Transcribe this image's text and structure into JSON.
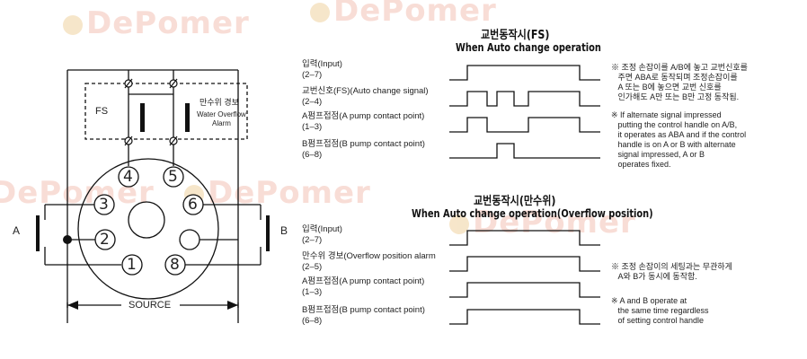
{
  "watermark": "DePomer",
  "wiring": {
    "fs_label": "FS",
    "alarm_label_ko": "만수위 경보",
    "alarm_label_en": "Water Overflow Alarm",
    "alarm_line1": "Water Overflow",
    "alarm_line2": "Alarm",
    "a_label": "A",
    "b_label": "B",
    "source_label": "SOURCE",
    "pins": [
      "1",
      "2",
      "3",
      "4",
      "5",
      "6",
      "8"
    ]
  },
  "timing_fs": {
    "title_ko": "교번동작시(FS)",
    "title_en": "When Auto change operation",
    "rows": [
      {
        "line1": "입력(Input)",
        "line2": "(2–7)",
        "pulses": [
          [
            520,
            645
          ]
        ]
      },
      {
        "line1": "교번신호(FS)(Auto change signal)",
        "line2": "(2–4)",
        "pulses": [
          [
            520,
            542
          ],
          [
            553,
            572
          ],
          [
            588,
            645
          ]
        ]
      },
      {
        "line1": "A펌프접점(A pump contact point)",
        "line2": "(1–3)",
        "pulses": [
          [
            520,
            542
          ],
          [
            588,
            645
          ]
        ]
      },
      {
        "line1": "B펌프접점(B pump contact point)",
        "line2": "(6–8)",
        "pulses": [
          [
            553,
            572
          ]
        ]
      }
    ],
    "note_ko": "※ 조정 손잡이를 A/B에 놓고 교번신호를\n   주면 ABA로 동작되며 조정손잡이를\n   A 또는 B에 놓으면 교번 신호를\n   인가해도 A만 또는 B만 고정 동작됨.",
    "note_en": "※ If alternate signal impressed\n   putting the control handle on A/B,\n   it operates as ABA and if the control\n   handle is on A or B with alternate\n   signal impressed, A or B\n   operates fixed."
  },
  "timing_overflow": {
    "title_ko": "교번동작시(만수위)",
    "title_en": "When Auto change operation(Overflow position)",
    "rows": [
      {
        "line1": "입력(Input)",
        "line2": "(2–7)",
        "pulses": [
          [
            520,
            645
          ]
        ]
      },
      {
        "line1": "만수위 경보(Overflow position alarm",
        "line2": "(2–5)",
        "pulses": [
          [
            520,
            645
          ]
        ]
      },
      {
        "line1": "A펌프접점(A pump contact point)",
        "line2": "(1–3)",
        "pulses": [
          [
            520,
            645
          ]
        ]
      },
      {
        "line1": "B펌프접점(B pump contact point)",
        "line2": "(6–8)",
        "pulses": [
          [
            520,
            645
          ]
        ]
      }
    ],
    "note_ko": "※ 조정 손잡이의 세팅과는 무관하게\n   A와 B가 동시에 동작함.",
    "note_en": "※ A and B operate at\n   the same time regardless\n   of setting control handle"
  },
  "colors": {
    "line": "#111111",
    "watermark": "#f6cfc6",
    "background": "#ffffff"
  }
}
